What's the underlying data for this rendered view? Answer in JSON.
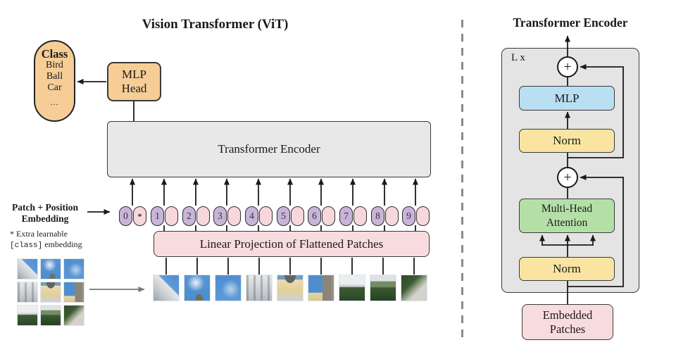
{
  "left": {
    "title": "Vision Transformer (ViT)",
    "class_pill": {
      "header": "Class",
      "items": [
        "Bird",
        "Ball",
        "Car"
      ],
      "dots": "..."
    },
    "mlp_head": [
      "MLP",
      "Head"
    ],
    "encoder_label": "Transformer Encoder",
    "patch_pos_label": [
      "Patch + Position",
      "Embedding"
    ],
    "footnote": {
      "star_line": "* Extra learnable",
      "class_token": "[class]",
      "tail": " embedding"
    },
    "linear_projection_label": "Linear Projection of Flattened Patches",
    "tokens": [
      {
        "num": "0",
        "extra": "*"
      },
      {
        "num": "1",
        "extra": ""
      },
      {
        "num": "2",
        "extra": ""
      },
      {
        "num": "3",
        "extra": ""
      },
      {
        "num": "4",
        "extra": ""
      },
      {
        "num": "5",
        "extra": ""
      },
      {
        "num": "6",
        "extra": ""
      },
      {
        "num": "7",
        "extra": ""
      },
      {
        "num": "8",
        "extra": ""
      },
      {
        "num": "9",
        "extra": ""
      }
    ],
    "patches": [
      {
        "name": "patch-building-corner-sky",
        "bg": "linear-gradient(225deg, #4e8ecf 0%, #5d9ad8 38%, #e6e7e8 42%, #c2c7cd 72%, #9aa2ab 100%)"
      },
      {
        "name": "patch-sky-cloud-tower-tip",
        "bg": "radial-gradient(circle at 45% 30%, #eef2f6 0%, rgba(238,242,246,0) 38%), radial-gradient(ellipse 28% 45% at 58% 100%, #6b7265 0 58%, rgba(0,0,0,0) 60%), linear-gradient(180deg, #5795d3 0%, #4e8ecf 100%)"
      },
      {
        "name": "patch-blue-sky",
        "bg": "radial-gradient(circle at 60% 55%, #bcd4ec 0%, rgba(188,212,236,0) 45%), linear-gradient(170deg, #4e8ecf 0%, #5d9ad8 100%)"
      },
      {
        "name": "patch-stone-facade",
        "bg": "repeating-linear-gradient(90deg, rgba(90,95,100,0.35) 0 3px, rgba(0,0,0,0) 3px 10px), linear-gradient(180deg, #e8e9ea 0%, #cfd3d7 50%, #b5bac0 100%)"
      },
      {
        "name": "patch-palace-dome-facade",
        "bg": "radial-gradient(ellipse 40% 55% at 50% 0%, #5f6560 0 55%, rgba(0,0,0,0) 56%), linear-gradient(180deg, #6f9cc9 0 16%, #ecddb0 18%, #e2cf97 60%, #cbd2d8 100%)"
      },
      {
        "name": "patch-bell-tower-sky",
        "bg": "linear-gradient(90deg, rgba(0,0,0,0) 0 55%, #8a8576 56% 85%, #9b948a 100%), linear-gradient(180deg, #4e8ecf 0 68%, #e6d5a2 70%, #d9c68e 100%)"
      },
      {
        "name": "patch-building-over-hedges",
        "bg": "linear-gradient(180deg, #eceeef 0 38%, #cdd3d6 38% 45%, #3e5c36 48%, #2c4727 100%)"
      },
      {
        "name": "patch-garden-hedges",
        "bg": "linear-gradient(180deg, #dfe2e4 0 22%, #748c64 26% 45%, #3a5a32 50%, #273f23 100%)"
      },
      {
        "name": "patch-garden-path",
        "bg": "linear-gradient(315deg, #d3d2cc 0 35%, #8a9a7d 50%, #3c5a33 65%, #2e4a29 100%)"
      }
    ]
  },
  "right": {
    "title": "Transformer Encoder",
    "loop_label": "L x",
    "plus_top": "+",
    "plus_bottom": "+",
    "mlp": "MLP",
    "norm_upper": "Norm",
    "mha": [
      "Multi-Head",
      "Attention"
    ],
    "norm_lower": "Norm",
    "embedded": [
      "Embedded",
      "Patches"
    ]
  },
  "colors": {
    "accent_orange": "#F6CD96",
    "token_purple": "#C9B4D9",
    "token_pink": "#F7D7DB",
    "box_gray": "#E8E8E8",
    "mlp_blue": "#B9DFF3",
    "norm_yellow": "#F9E5A1",
    "attention_green": "#B4E0A7",
    "patches_pink": "#F8DBDE",
    "line_black": "#1a1a1a",
    "divider_gray": "#8a8a8a"
  }
}
